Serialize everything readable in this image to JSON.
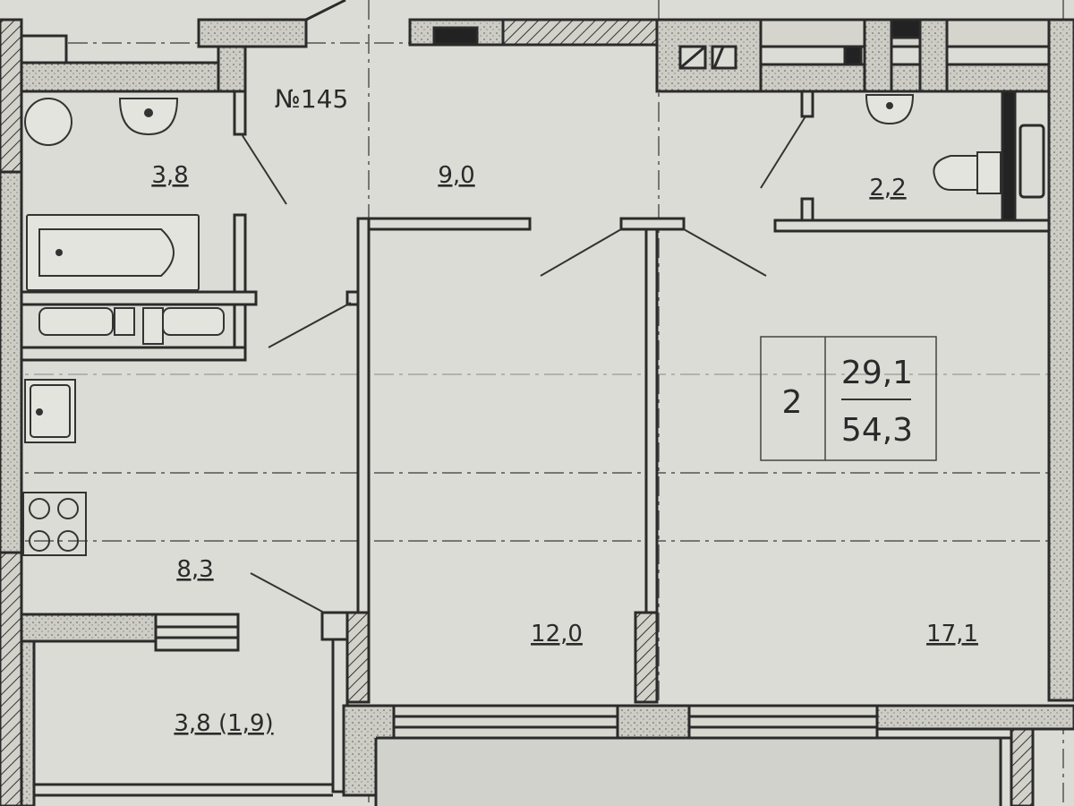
{
  "plan": {
    "apartment_number": "№145",
    "summary": {
      "rooms": "2",
      "living_area": "29,1",
      "total_area": "54,3"
    },
    "rooms": [
      {
        "id": "bathroom",
        "area": "3,8"
      },
      {
        "id": "corridor",
        "area": "9,0"
      },
      {
        "id": "toilet",
        "area": "2,2"
      },
      {
        "id": "kitchen",
        "area": "8,3"
      },
      {
        "id": "bedroom",
        "area": "12,0"
      },
      {
        "id": "living-room",
        "area": "17,1"
      },
      {
        "id": "balcony",
        "area": "3,8 (1,9)"
      }
    ]
  },
  "colors": {
    "background": "#dcdcd6",
    "wall_fill": "#cfcfc8",
    "wall_stroke": "#2b2b2b",
    "line": "#333333"
  }
}
